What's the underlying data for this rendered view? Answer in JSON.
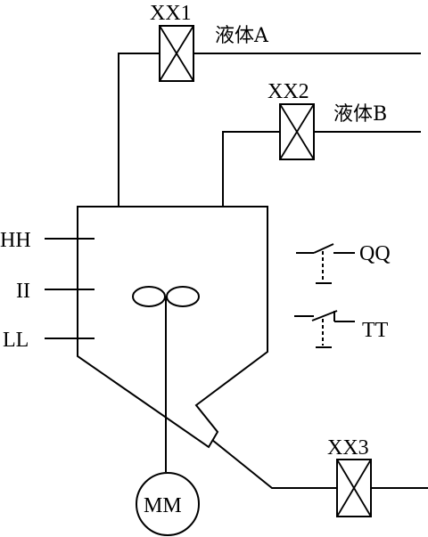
{
  "valves": {
    "xx1": "XX1",
    "xx2": "XX2",
    "xx3": "XX3"
  },
  "liquids": {
    "a": "液体A",
    "b": "液体B"
  },
  "levels": {
    "high": "HH",
    "mid": "II",
    "low": "LL"
  },
  "switches": {
    "start": "QQ",
    "stop": "TT"
  },
  "motor": "MM"
}
